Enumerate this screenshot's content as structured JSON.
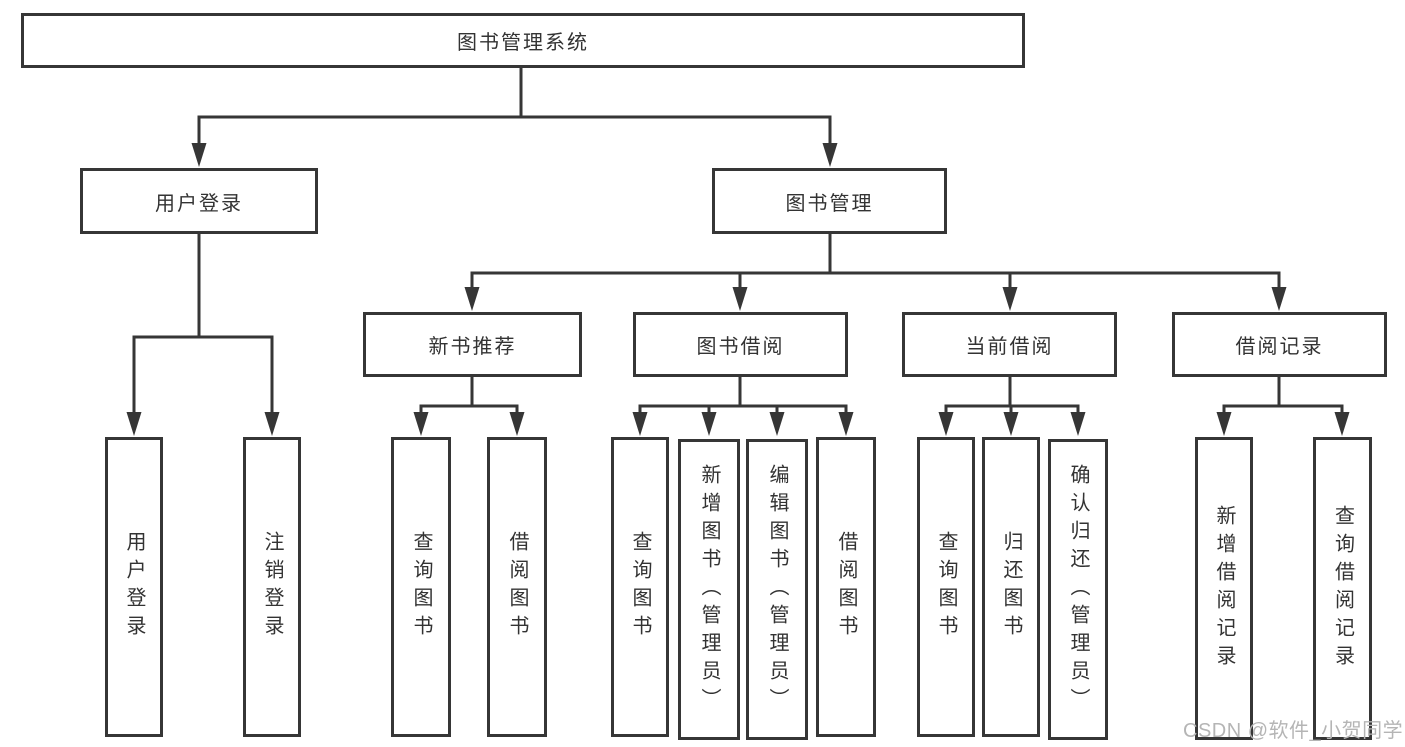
{
  "diagram_type": "feature-tree",
  "colors": {
    "line": "#363636",
    "box_border": "#363636",
    "box_fill": "#ffffff",
    "text": "#333333",
    "watermark": "#b5b5b5",
    "background": "#ffffff"
  },
  "tree": {
    "label": "图书管理系统",
    "children": [
      {
        "label": "用户登录",
        "children": [
          {
            "label": "用户登录"
          },
          {
            "label": "注销登录"
          }
        ]
      },
      {
        "label": "图书管理",
        "children": [
          {
            "label": "新书推荐",
            "children": [
              {
                "label": "查询图书"
              },
              {
                "label": "借阅图书"
              }
            ]
          },
          {
            "label": "图书借阅",
            "children": [
              {
                "label": "查询图书"
              },
              {
                "label": "新增图书（管理员）"
              },
              {
                "label": "编辑图书（管理员）"
              },
              {
                "label": "借阅图书"
              }
            ]
          },
          {
            "label": "当前借阅",
            "children": [
              {
                "label": "查询图书"
              },
              {
                "label": "归还图书"
              },
              {
                "label": "确认归还（管理员）"
              }
            ]
          },
          {
            "label": "借阅记录",
            "children": [
              {
                "label": "新增借阅记录"
              },
              {
                "label": "查询借阅记录"
              }
            ]
          }
        ]
      }
    ]
  },
  "watermark": {
    "text": "CSDN @软件_小贺同学"
  }
}
